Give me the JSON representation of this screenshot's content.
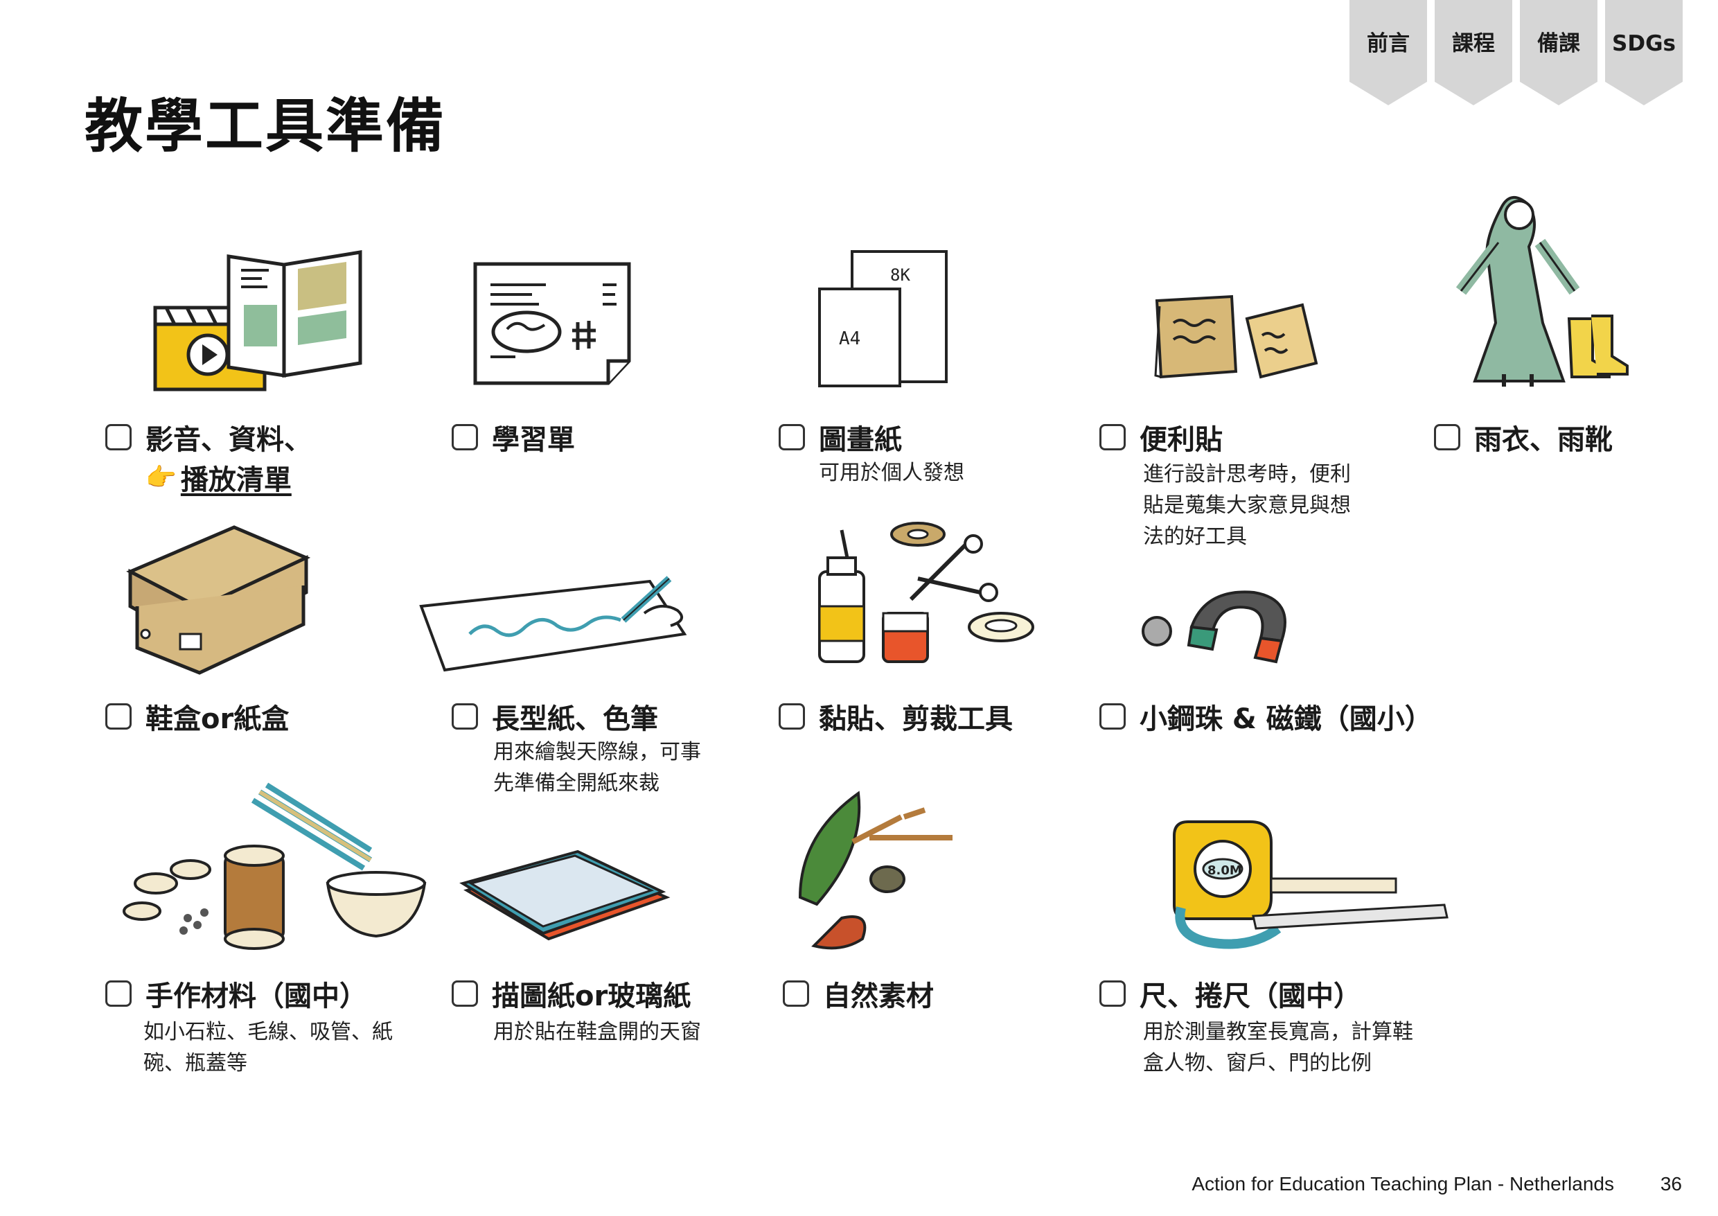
{
  "page": {
    "title": "教學工具準備"
  },
  "nav": {
    "tabs": [
      "前言",
      "課程",
      "備課",
      "SDGs"
    ]
  },
  "items": [
    {
      "label": "影音、資料、",
      "link": "播放清單",
      "icon": "video-book-illustration"
    },
    {
      "label": "學習單",
      "icon": "worksheet-illustration"
    },
    {
      "label": "圖畫紙",
      "desc": [
        "可用於個人發想"
      ],
      "icon": "drawing-paper-illustration",
      "paper_marks": [
        "8K",
        "A4"
      ]
    },
    {
      "label": "便利貼",
      "desc": [
        "進行設計思考時，便利",
        "貼是蒐集大家意見與想",
        "法的好工具"
      ],
      "icon": "sticky-notes-illustration"
    },
    {
      "label": "雨衣、雨靴",
      "icon": "raincoat-boots-illustration"
    },
    {
      "label": "鞋盒or紙盒",
      "icon": "shoebox-illustration"
    },
    {
      "label": "長型紙、色筆",
      "desc": [
        "用來繪製天際線，可事",
        "先準備全開紙來裁"
      ],
      "icon": "long-paper-pen-illustration"
    },
    {
      "label": "黏貼、剪裁工具",
      "icon": "glue-scissors-illustration"
    },
    {
      "label": "小鋼珠 & 磁鐵（國小）",
      "icon": "magnet-ball-illustration"
    },
    {
      "label": "手作材料（國中）",
      "desc": [
        "如小石粒、毛線、吸管、紙",
        "碗、瓶蓋等"
      ],
      "icon": "craft-materials-illustration"
    },
    {
      "label": "描圖紙or玻璃紙",
      "desc": [
        "用於貼在鞋盒開的天窗"
      ],
      "icon": "tracing-paper-illustration"
    },
    {
      "label": "自然素材",
      "icon": "natural-materials-illustration"
    },
    {
      "label": "尺、捲尺（國中）",
      "desc": [
        "用於測量教室長寬高，計算鞋",
        "盒人物、窗戶、門的比例"
      ],
      "icon": "ruler-tape-illustration",
      "tape_mark": "8.0M"
    }
  ],
  "footer": {
    "text": "Action for Education Teaching Plan - Netherlands",
    "page_number": "36"
  }
}
